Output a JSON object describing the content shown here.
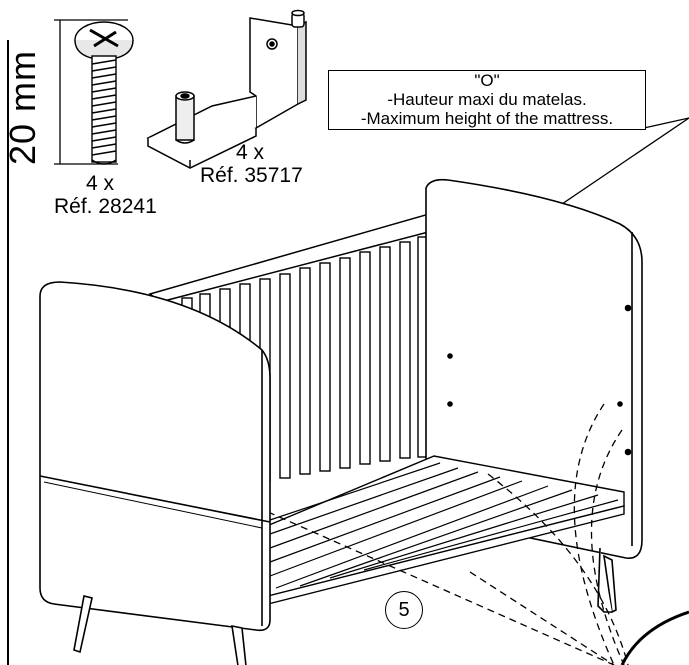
{
  "dimension": {
    "label": "20 mm"
  },
  "screw": {
    "quantity": "4 x",
    "reference": "Réf. 28241"
  },
  "bracket": {
    "quantity": "4 x",
    "reference": "Réf. 35717"
  },
  "mattress_note": {
    "marker": "\"O\"",
    "line_fr": "-Hauteur maxi du matelas.",
    "line_en": "-Maximum height of the mattress."
  },
  "part_callout": {
    "number": "5"
  }
}
